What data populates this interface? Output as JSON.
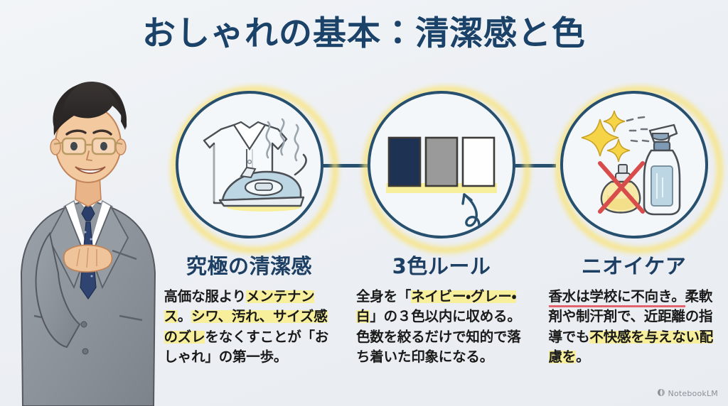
{
  "slide": {
    "title": "おしゃれの基本：清潔感と色",
    "background_color": "#eef2f5",
    "title_color": "#1b4268",
    "accent_navy": "#27506f",
    "accent_yellow": "#fbe26a",
    "highlight_yellow": "#f7ef9b",
    "red_underline": "#e2636b"
  },
  "person": {
    "alt": "眼鏡をかけたグレースーツの男性イラスト",
    "hair_color": "#2e2b2a",
    "suit_color": "#8e959d",
    "shirt_color": "#ffffff",
    "tie_color": "#2b3f6b"
  },
  "columns": [
    {
      "icon": "shirt-iron-icon",
      "heading": "究極の清潔感",
      "segments": [
        {
          "text": "高価な服より",
          "style": "plain"
        },
        {
          "text": "メンテナンス",
          "style": "highlight"
        },
        {
          "text": "。",
          "style": "plain"
        },
        {
          "text": "シワ、汚れ、サイズ感のズレ",
          "style": "highlight"
        },
        {
          "text": "をなくすことが「おしゃれ」の第一歩。",
          "style": "plain"
        }
      ]
    },
    {
      "icon": "color-swatches-icon",
      "heading": "3色ルール",
      "swatches": [
        {
          "name": "navy-swatch",
          "color": "#1e3254"
        },
        {
          "name": "gray-swatch",
          "color": "#9a9a9a"
        },
        {
          "name": "white-swatch",
          "color": "#fefefe"
        }
      ],
      "segments": [
        {
          "text": "全身を「",
          "style": "plain"
        },
        {
          "text": "ネイビー・グレー・白",
          "style": "highlight"
        },
        {
          "text": "」の３色以内に収める。色数を絞るだけで知的で落ち着いた印象になる。",
          "style": "plain"
        }
      ]
    },
    {
      "icon": "spray-bottle-icon",
      "heading": "ニオイケア",
      "segments": [
        {
          "text": "香水は学校に不向き。",
          "style": "underline-red"
        },
        {
          "text": "柔軟剤や制汗剤で、近距離の指導でも",
          "style": "plain"
        },
        {
          "text": "不快感を与えない配慮を",
          "style": "highlight"
        },
        {
          "text": "。",
          "style": "plain"
        }
      ]
    }
  ],
  "watermark": {
    "label": "NotebookLM",
    "icon": "notebooklm-logo-icon"
  }
}
